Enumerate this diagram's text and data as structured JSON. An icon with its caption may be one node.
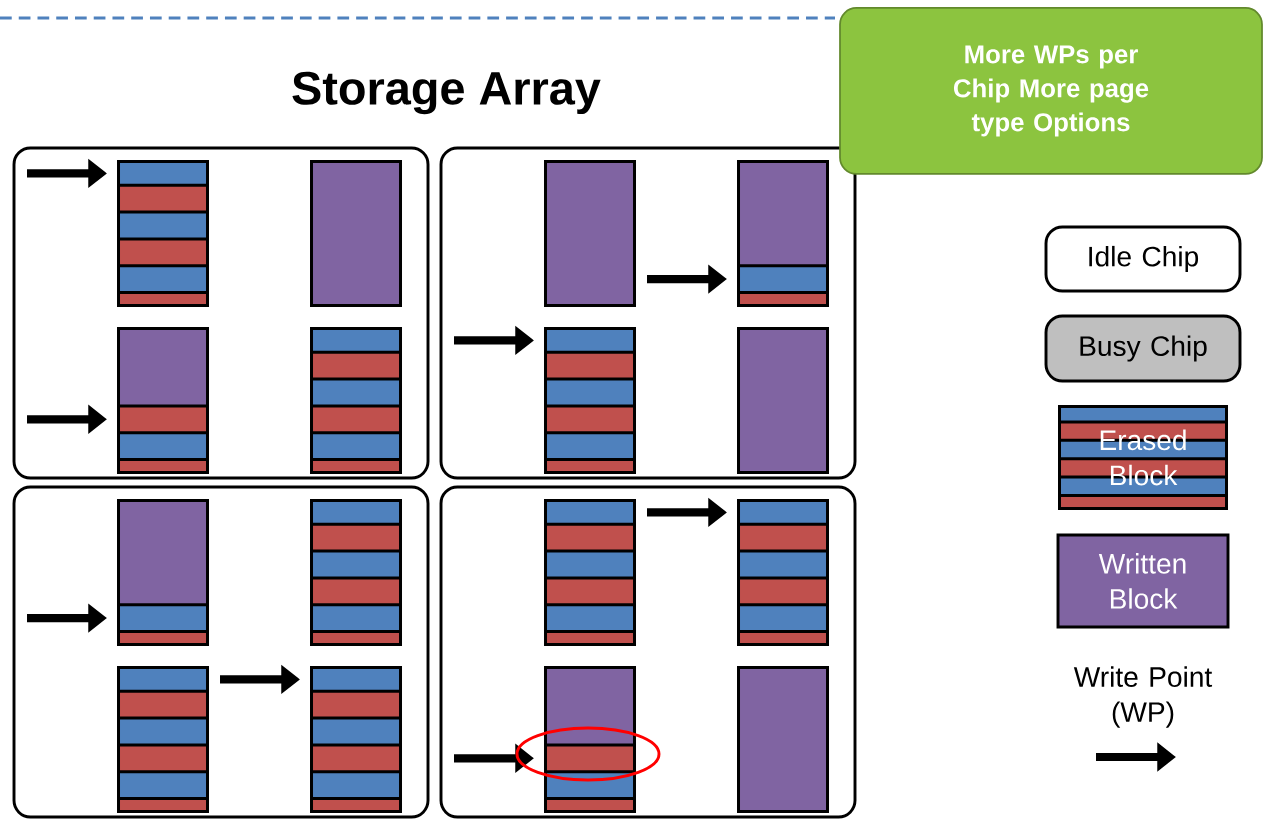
{
  "diagram": {
    "title": "Storage Array",
    "nodes": [
      {
        "text": [
          "More WPs per Chip More page type Options"
        ]
      }
    ],
    "legend": [
      {
        "text": "Idle Chip"
      },
      {
        "text": "Busy Chip",
        "color": "#bfbfbf"
      },
      {
        "text": "Erased Block"
      },
      {
        "text": "Written Block",
        "color": "#8064a2"
      },
      {
        "text": "Write Point (WP)"
      }
    ]
  }
}
